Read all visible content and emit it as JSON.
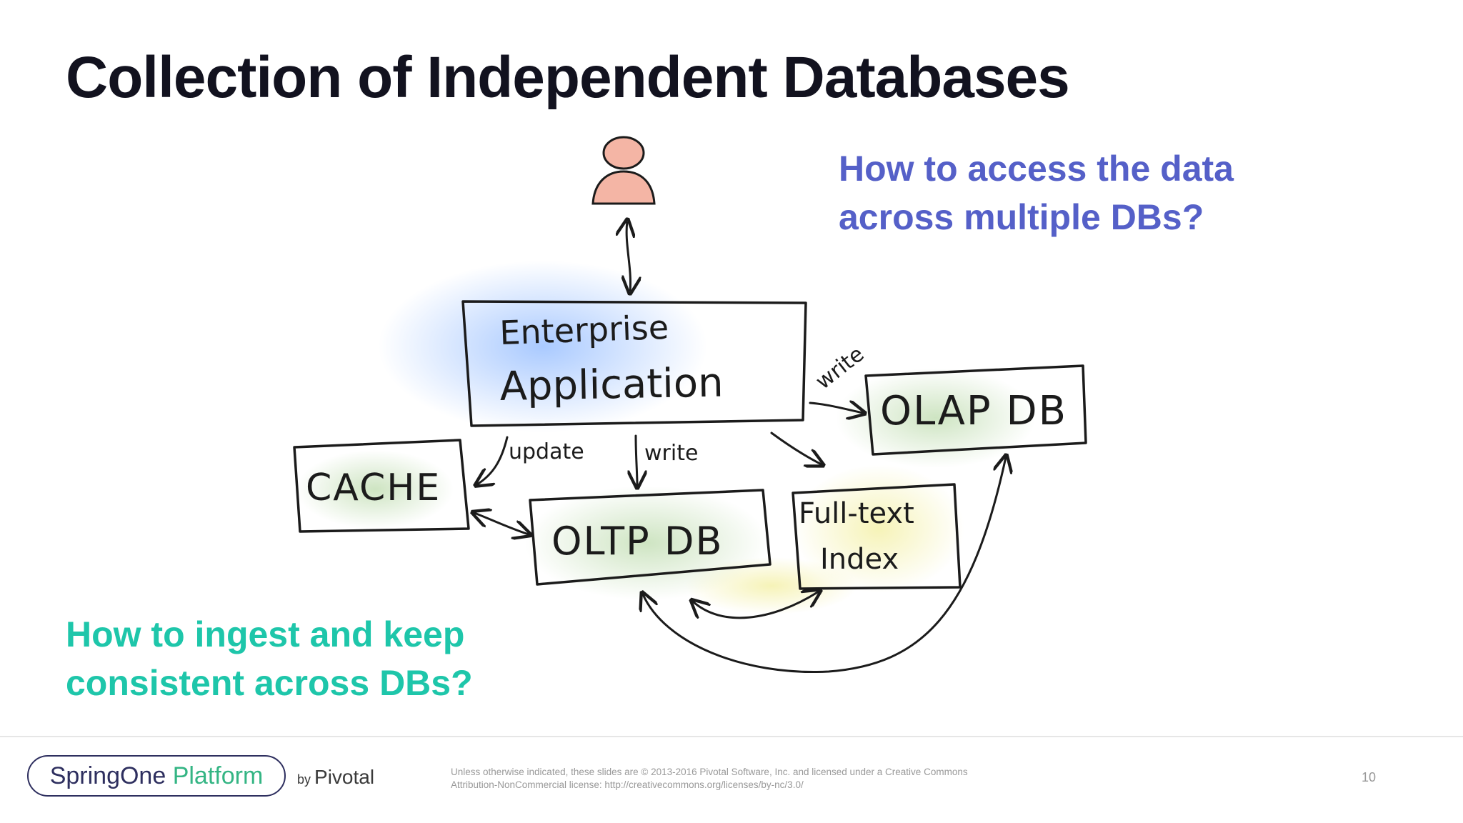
{
  "slide": {
    "title": "Collection of Independent Databases",
    "question_access": {
      "lines": [
        "How to access the data",
        "across multiple DBs?"
      ],
      "color": "#5560c8"
    },
    "question_ingest": {
      "lines": [
        "How to ingest and keep",
        "consistent across DBs?"
      ],
      "color": "#1ec6aa"
    }
  },
  "diagram": {
    "user_icon": "person-icon",
    "nodes": {
      "enterprise_app": [
        "Enterprise",
        "Application"
      ],
      "cache": "CACHE",
      "oltp": "OLTP DB",
      "olap": "OLAP DB",
      "fulltext": [
        "Full-text",
        "Index"
      ]
    },
    "arrow_labels": {
      "update": "update",
      "write_oltp": "write",
      "write_olap": "write"
    }
  },
  "footer": {
    "brand_part1": "SpringOne",
    "brand_part2": " Platform",
    "by": "by ",
    "company": "Pivotal",
    "license_lines": [
      "Unless otherwise indicated, these slides are © 2013-2016 Pivotal Software, Inc. and licensed under a Creative Commons",
      "Attribution-NonCommercial license: http://creativecommons.org/licenses/by-nc/3.0/"
    ],
    "page_number": "10"
  }
}
